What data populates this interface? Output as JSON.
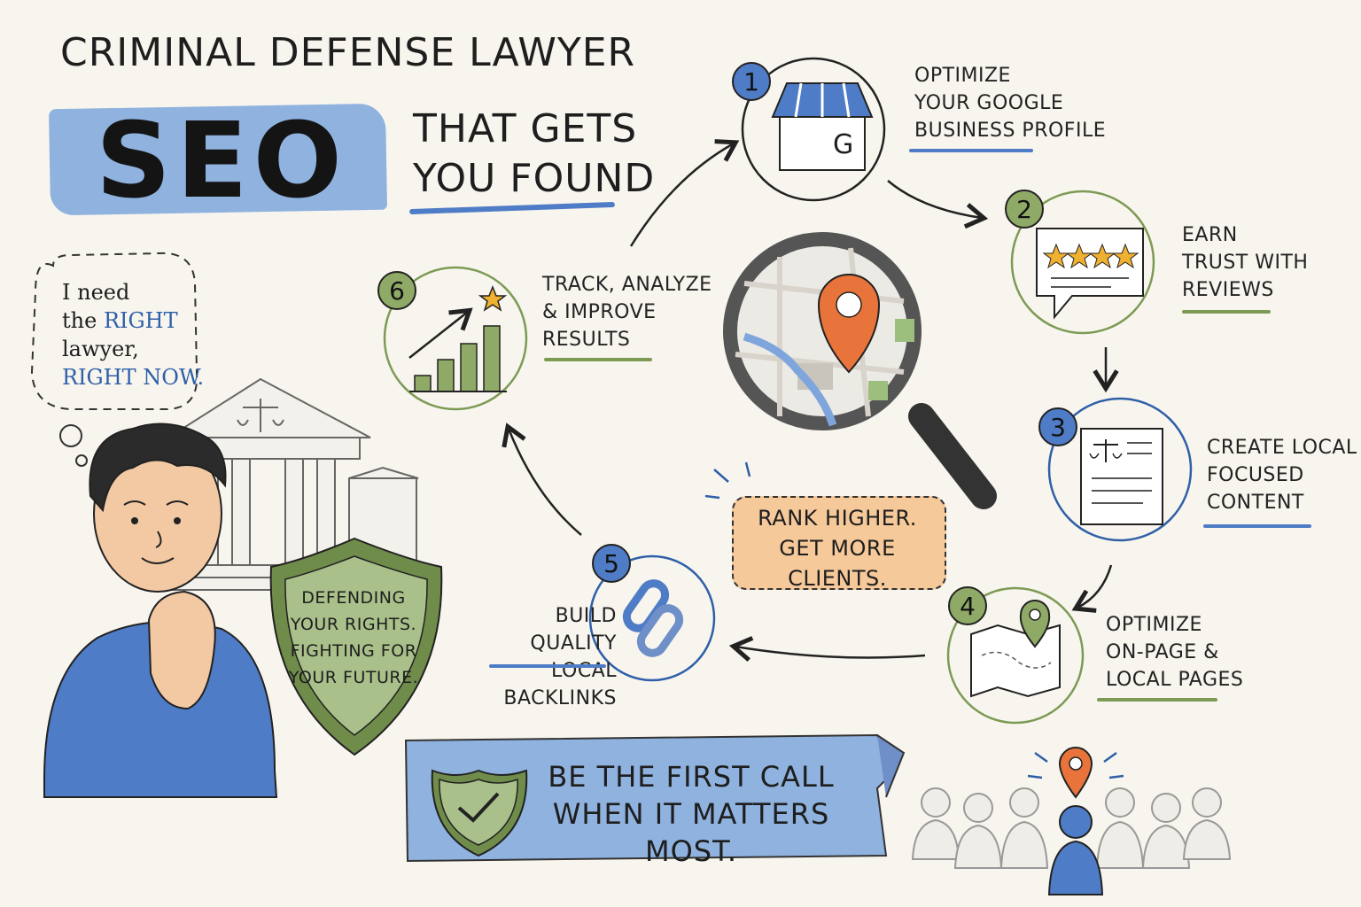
{
  "header": {
    "title": "CRIMINAL DEFENSE LAWYER",
    "seo": "SEO",
    "subtitle_line1": "THAT GETS",
    "subtitle_line2": "YOU FOUND"
  },
  "thought_bubble": {
    "line1": "I need",
    "line2_prefix": "the ",
    "line2_emph": "RIGHT",
    "line3": "lawyer,",
    "line4": "RIGHT NOW."
  },
  "shield": {
    "line1": "DEFENDING",
    "line2": "YOUR RIGHTS.",
    "line3": "FIGHTING FOR",
    "line4": "YOUR FUTURE."
  },
  "steps": [
    {
      "number": "1",
      "lines": [
        "OPTIMIZE",
        "YOUR GOOGLE",
        "BUSINESS PROFILE"
      ],
      "icon": "storefront-icon",
      "store_letter": "G"
    },
    {
      "number": "2",
      "lines": [
        "EARN",
        "TRUST WITH",
        "REVIEWS"
      ],
      "icon": "review-stars-icon"
    },
    {
      "number": "3",
      "lines": [
        "CREATE LOCAL",
        "FOCUSED",
        "CONTENT"
      ],
      "icon": "legal-document-icon"
    },
    {
      "number": "4",
      "lines": [
        "OPTIMIZE",
        "ON-PAGE &",
        "LOCAL PAGES"
      ],
      "icon": "map-pin-icon"
    },
    {
      "number": "5",
      "lines": [
        "BUILD QUALITY",
        "LOCAL BACKLINKS"
      ],
      "icon": "chain-link-icon"
    },
    {
      "number": "6",
      "lines": [
        "TRACK, ANALYZE",
        "& IMPROVE",
        "RESULTS"
      ],
      "icon": "growth-chart-icon"
    }
  ],
  "center": {
    "rank_line1": "RANK HIGHER.",
    "rank_line2": "GET MORE CLIENTS.",
    "icon": "magnifier-map-icon"
  },
  "banner": {
    "line1": "BE THE FIRST CALL",
    "line2": "WHEN IT MATTERS MOST.",
    "icon": "check-shield-icon"
  },
  "colors": {
    "background": "#f8f5ee",
    "blue": "#4f7cc6",
    "light_blue": "#8fb2df",
    "green": "#7d9a55",
    "light_green": "#a9c08a",
    "orange": "#e8743b",
    "peach": "#f6c99a"
  }
}
